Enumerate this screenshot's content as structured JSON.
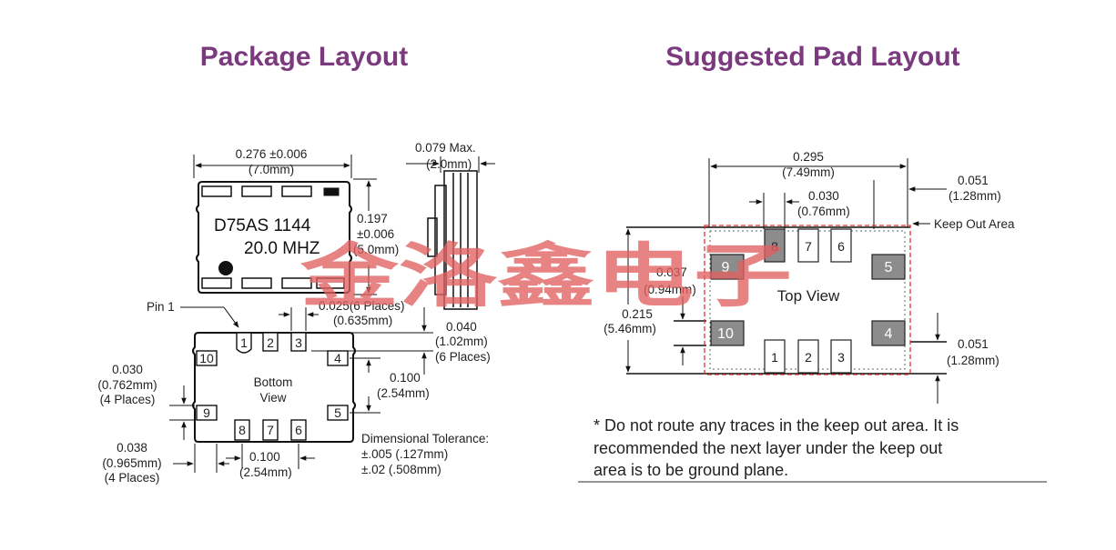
{
  "package": {
    "title": "Package Layout",
    "marking_line1": "D75AS  1144",
    "marking_line2": "20.0 MHZ",
    "width_in": "0.276 ±0.006",
    "width_mm": "(7.0mm)",
    "height_in": "0.197",
    "height_tol": "±0.006",
    "height_mm": "(5.0mm)",
    "thickness_in": "0.079 Max.",
    "thickness_mm": "(2.0mm)",
    "pin1_label": "Pin 1",
    "pad_w_in": "0.025(6 Places)",
    "pad_w_mm": "(0.635mm)",
    "pad_len_in": "0.040",
    "pad_len_mm": "(1.02mm)",
    "pad_len_places": "(6 Places)",
    "pitch_v_in": "0.100",
    "pitch_v_mm": "(2.54mm)",
    "side_w_in": "0.030",
    "side_w_mm": "(0.762mm)",
    "side_w_places": "(4 Places)",
    "side_len_in": "0.038",
    "side_len_mm": "(0.965mm)",
    "side_len_places": "(4 Places)",
    "pitch_h_in": "0.100",
    "pitch_h_mm": "(2.54mm)",
    "bottom_label_1": "Bottom",
    "bottom_label_2": "View",
    "tol_title": "Dimensional Tolerance:",
    "tol_1": "±.005 (.127mm)",
    "tol_2": "±.02   (.508mm)",
    "pins": {
      "p1": "1",
      "p2": "2",
      "p3": "3",
      "p4": "4",
      "p5": "5",
      "p6": "6",
      "p7": "7",
      "p8": "8",
      "p9": "9",
      "p10": "10"
    }
  },
  "pad_layout": {
    "title": "Suggested Pad Layout",
    "width_in": "0.295",
    "width_mm": "(7.49mm)",
    "pad_gap_in": "0.030",
    "pad_gap_mm": "(0.76mm)",
    "pad_w_in": "0.051",
    "pad_w_mm": "(1.28mm)",
    "keep_out": "Keep Out Area",
    "side_pad_in": "0.037",
    "side_pad_mm": "(0.94mm)",
    "height_in": "0.215",
    "height_mm": "(5.46mm)",
    "side_h_in": "0.051",
    "side_h_mm": "(1.28mm)",
    "top_view": "Top View",
    "note_1": "* Do not route any traces in the keep out area. It is",
    "note_2": "recommended the next layer under the keep out",
    "note_3": "area is to be ground plane.",
    "pins": {
      "p1": "1",
      "p2": "2",
      "p3": "3",
      "p4": "4",
      "p5": "5",
      "p6": "6",
      "p7": "7",
      "p8": "8",
      "p9": "9",
      "p10": "10"
    }
  },
  "watermark": "金洛鑫电子",
  "colors": {
    "heading": "#7b3a7e",
    "pad_fill": "#8c8c8c",
    "keep_out": "#e03030",
    "watermark": "#e06060"
  }
}
